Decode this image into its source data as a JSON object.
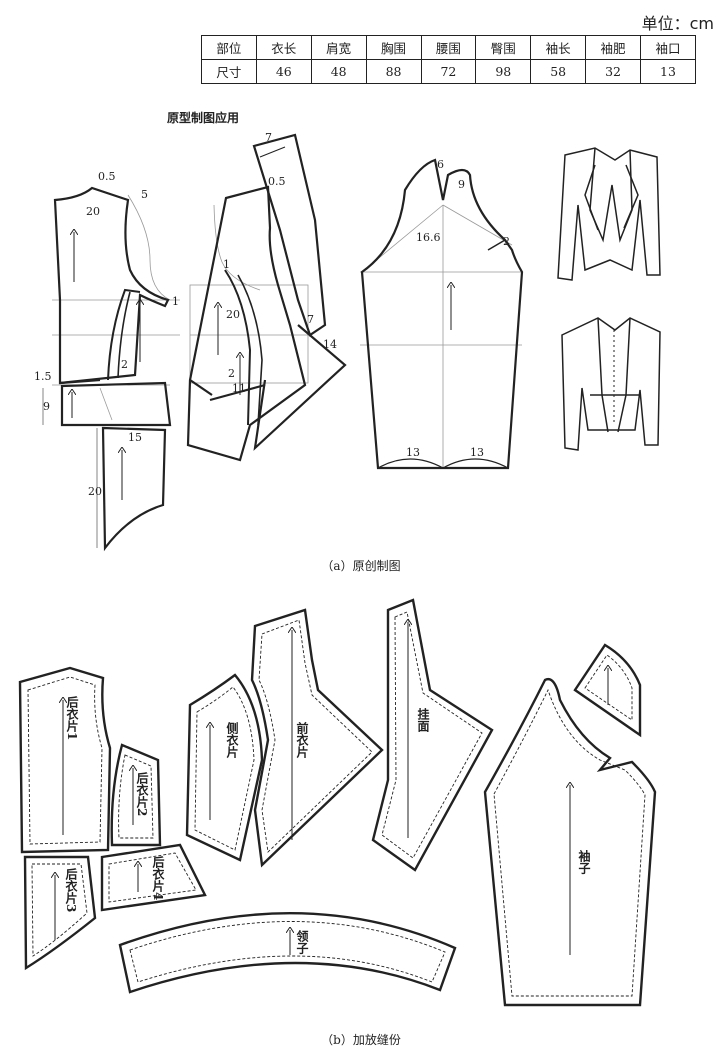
{
  "unit_label": "单位：cm",
  "spec_table": {
    "row_headers": [
      "部位",
      "尺寸"
    ],
    "columns": [
      "衣长",
      "肩宽",
      "胸围",
      "腰围",
      "臀围",
      "袖长",
      "袖肥",
      "袖口"
    ],
    "values": [
      "46",
      "48",
      "88",
      "72",
      "98",
      "58",
      "32",
      "13"
    ]
  },
  "section_a": {
    "title": "原型制图应用",
    "caption": "（a）原创制图",
    "dims": [
      "0.5",
      "20",
      "5",
      "1",
      "1.5",
      "9",
      "2",
      "15",
      "20",
      "7",
      "0.5",
      "1",
      "20",
      "2",
      "11",
      "7",
      "14",
      "6",
      "9",
      "16.6",
      "2",
      "13",
      "13"
    ]
  },
  "section_b": {
    "caption": "（b）加放缝份",
    "pieces": [
      "后衣片1",
      "后衣片2",
      "后衣片3",
      "后衣片4",
      "侧衣片",
      "前衣片",
      "挂面",
      "袖子",
      "领子"
    ]
  }
}
